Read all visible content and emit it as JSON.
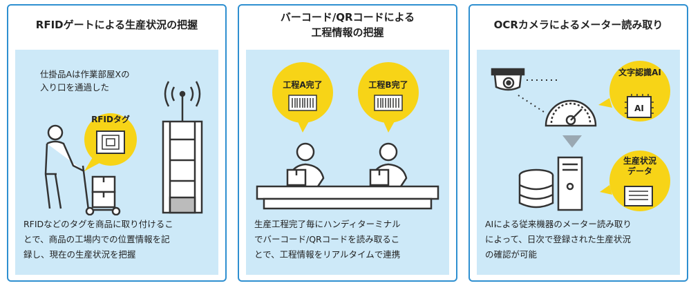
{
  "panels": [
    {
      "title_lines": [
        "RFIDゲートによる生産状況の把握"
      ],
      "note_lines": [
        "仕掛品Aは作業部屋Xの",
        "入り口を通過した"
      ],
      "tag_label": "RFIDタグ",
      "desc_lines": [
        "RFIDなどのタグを商品に取り付けるこ",
        "とで、商品の工場内での位置情報を記",
        "録し、現在の生産状況を把握"
      ]
    },
    {
      "title_lines": [
        "バーコード/QRコードによる",
        "工程情報の把握"
      ],
      "bubble_a": "工程A完了",
      "bubble_b": "工程B完了",
      "desc_lines": [
        "生産工程完了毎にハンディターミナル",
        "でバーコード/QRコードを読み取るこ",
        "とで、工程情報をリアルタイムで連携"
      ]
    },
    {
      "title_lines": [
        "OCRカメラによるメーター読み取り"
      ],
      "ai_label": "文字認識AI",
      "chip_label": "AI",
      "data_label_lines": [
        "生産状況",
        "データ"
      ],
      "desc_lines": [
        "AIによる従来機器のメーター読み取り",
        "によって、日次で登録された生産状況",
        "の確認が可能"
      ]
    }
  ],
  "colors": {
    "accent_border": "#2e8fd0",
    "panel_fill": "#cde9f8",
    "bubble_yellow": "#f7d417",
    "illustration": "#333333"
  }
}
